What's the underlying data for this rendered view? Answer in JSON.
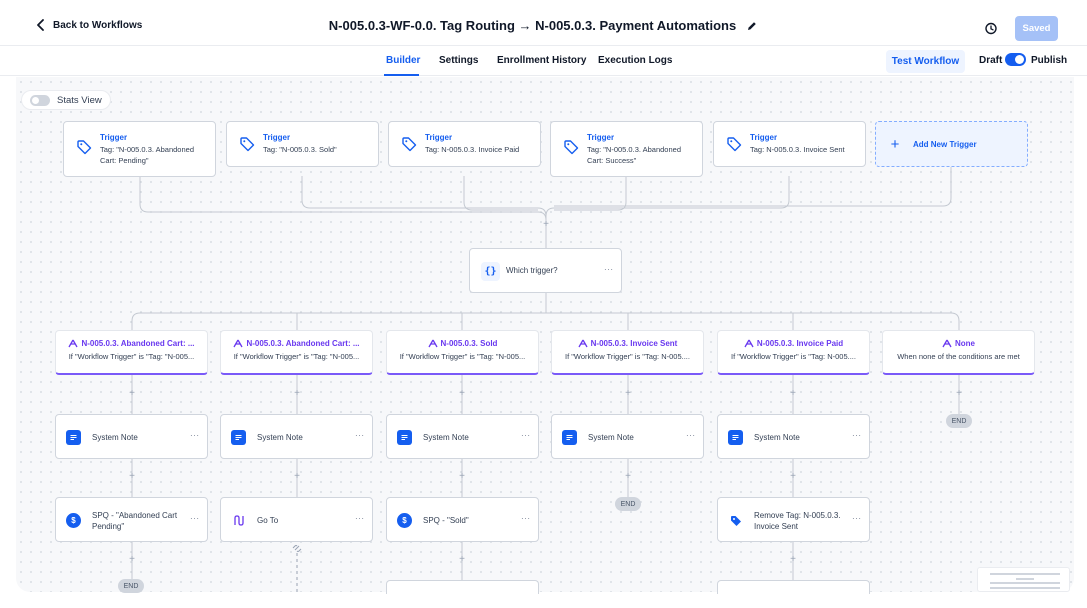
{
  "header": {
    "back_label": "Back to Workflows",
    "title": "N-005.0.3-WF-0.0. Tag Routing → N-005.0.3. Payment Automations",
    "saved_label": "Saved"
  },
  "tabs": [
    {
      "label": "Builder",
      "active": true
    },
    {
      "label": "Settings",
      "active": false
    },
    {
      "label": "Enrollment History",
      "active": false
    },
    {
      "label": "Execution Logs",
      "active": false
    }
  ],
  "toolbar": {
    "test_label": "Test Workflow",
    "draft_label": "Draft",
    "publish_label": "Publish",
    "published": true
  },
  "canvas": {
    "stats_label": "Stats View",
    "stats_on": false,
    "triggers": [
      {
        "title": "Trigger",
        "desc": "Tag: \"N-005.0.3. Abandoned Cart: Pending\""
      },
      {
        "title": "Trigger",
        "desc": "Tag: \"N-005.0.3. Sold\""
      },
      {
        "title": "Trigger",
        "desc": "Tag: N-005.0.3. Invoice Paid"
      },
      {
        "title": "Trigger",
        "desc": "Tag: \"N-005.0.3. Abandoned Cart: Success\""
      },
      {
        "title": "Trigger",
        "desc": "Tag: N-005.0.3. Invoice Sent"
      }
    ],
    "add_trigger_label": "Add New Trigger",
    "router": {
      "icon": "{}",
      "label": "Which trigger?"
    },
    "branches": [
      {
        "title": "N-005.0.3. Abandoned Cart: ...",
        "desc": "If \"Workflow Trigger\" is \"Tag: \"N-005..."
      },
      {
        "title": "N-005.0.3. Abandoned Cart: ...",
        "desc": "If \"Workflow Trigger\" is \"Tag: \"N-005..."
      },
      {
        "title": "N-005.0.3. Sold",
        "desc": "If \"Workflow Trigger\" is \"Tag: \"N-005..."
      },
      {
        "title": "N-005.0.3. Invoice Sent",
        "desc": "If \"Workflow Trigger\" is \"Tag: N-005...."
      },
      {
        "title": "N-005.0.3. Invoice Paid",
        "desc": "If \"Workflow Trigger\" is \"Tag: N-005...."
      },
      {
        "title": "None",
        "desc": "When none of the conditions are met"
      }
    ],
    "system_note_label": "System Note",
    "actions_row2": [
      "SPQ - \"Abandoned Cart Pending\"",
      "Go To",
      "SPQ - \"Sold\"",
      "Remove Tag: N-005.0.3. Invoice Sent"
    ],
    "end_label": "END",
    "more_label": "···",
    "plus_label": "+",
    "colors": {
      "accent": "#155eef",
      "branch": "#7a5af8",
      "saved_disabled": "#a5c1f7"
    }
  }
}
